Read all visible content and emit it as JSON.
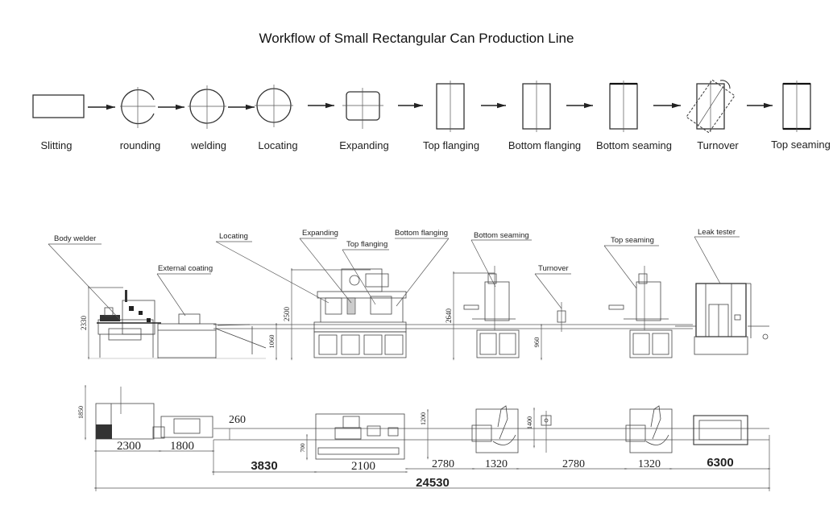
{
  "title": "Workflow of Small Rectangular Can Production Line",
  "workflow": {
    "steps": [
      {
        "label": "Slitting",
        "icon": "rectangle-sheet-icon"
      },
      {
        "label": "rounding",
        "icon": "open-circle-icon"
      },
      {
        "label": "welding",
        "icon": "circle-icon"
      },
      {
        "label": "Locating",
        "icon": "circle-icon"
      },
      {
        "label": "Expanding",
        "icon": "rounded-square-icon"
      },
      {
        "label": "Top flanging",
        "icon": "can-body-icon"
      },
      {
        "label": "Bottom flanging",
        "icon": "can-body-icon"
      },
      {
        "label": "Bottom seaming",
        "icon": "can-body-icon"
      },
      {
        "label": "Turnover",
        "icon": "rotating-can-icon"
      },
      {
        "label": "Top seaming",
        "icon": "can-body-icon"
      }
    ]
  },
  "elevation": {
    "callouts": {
      "body_welder": "Body welder",
      "external_coating": "External coating",
      "locating": "Locating",
      "expanding": "Expanding",
      "top_flanging": "Top flanging",
      "bottom_flanging": "Bottom flanging",
      "bottom_seaming": "Bottom seaming",
      "turnover": "Turnover",
      "top_seaming": "Top seaming",
      "leak_tester": "Leak tester"
    },
    "heights": {
      "body_welder": "2330",
      "conveyor": "1060",
      "flanging_unit": "2500",
      "seamer": "2640",
      "turnover_conveyor": "960"
    }
  },
  "plan": {
    "heights": {
      "welder_depth": "1850",
      "conveyor_width": "260",
      "flanging_offset": "700",
      "flanging_depth": "1200",
      "seamer_depth": "1400"
    },
    "lengths": [
      "2300",
      "1800",
      "3830",
      "2100",
      "2780",
      "1320",
      "2780",
      "1320",
      "6300"
    ],
    "total_length": "24530"
  }
}
